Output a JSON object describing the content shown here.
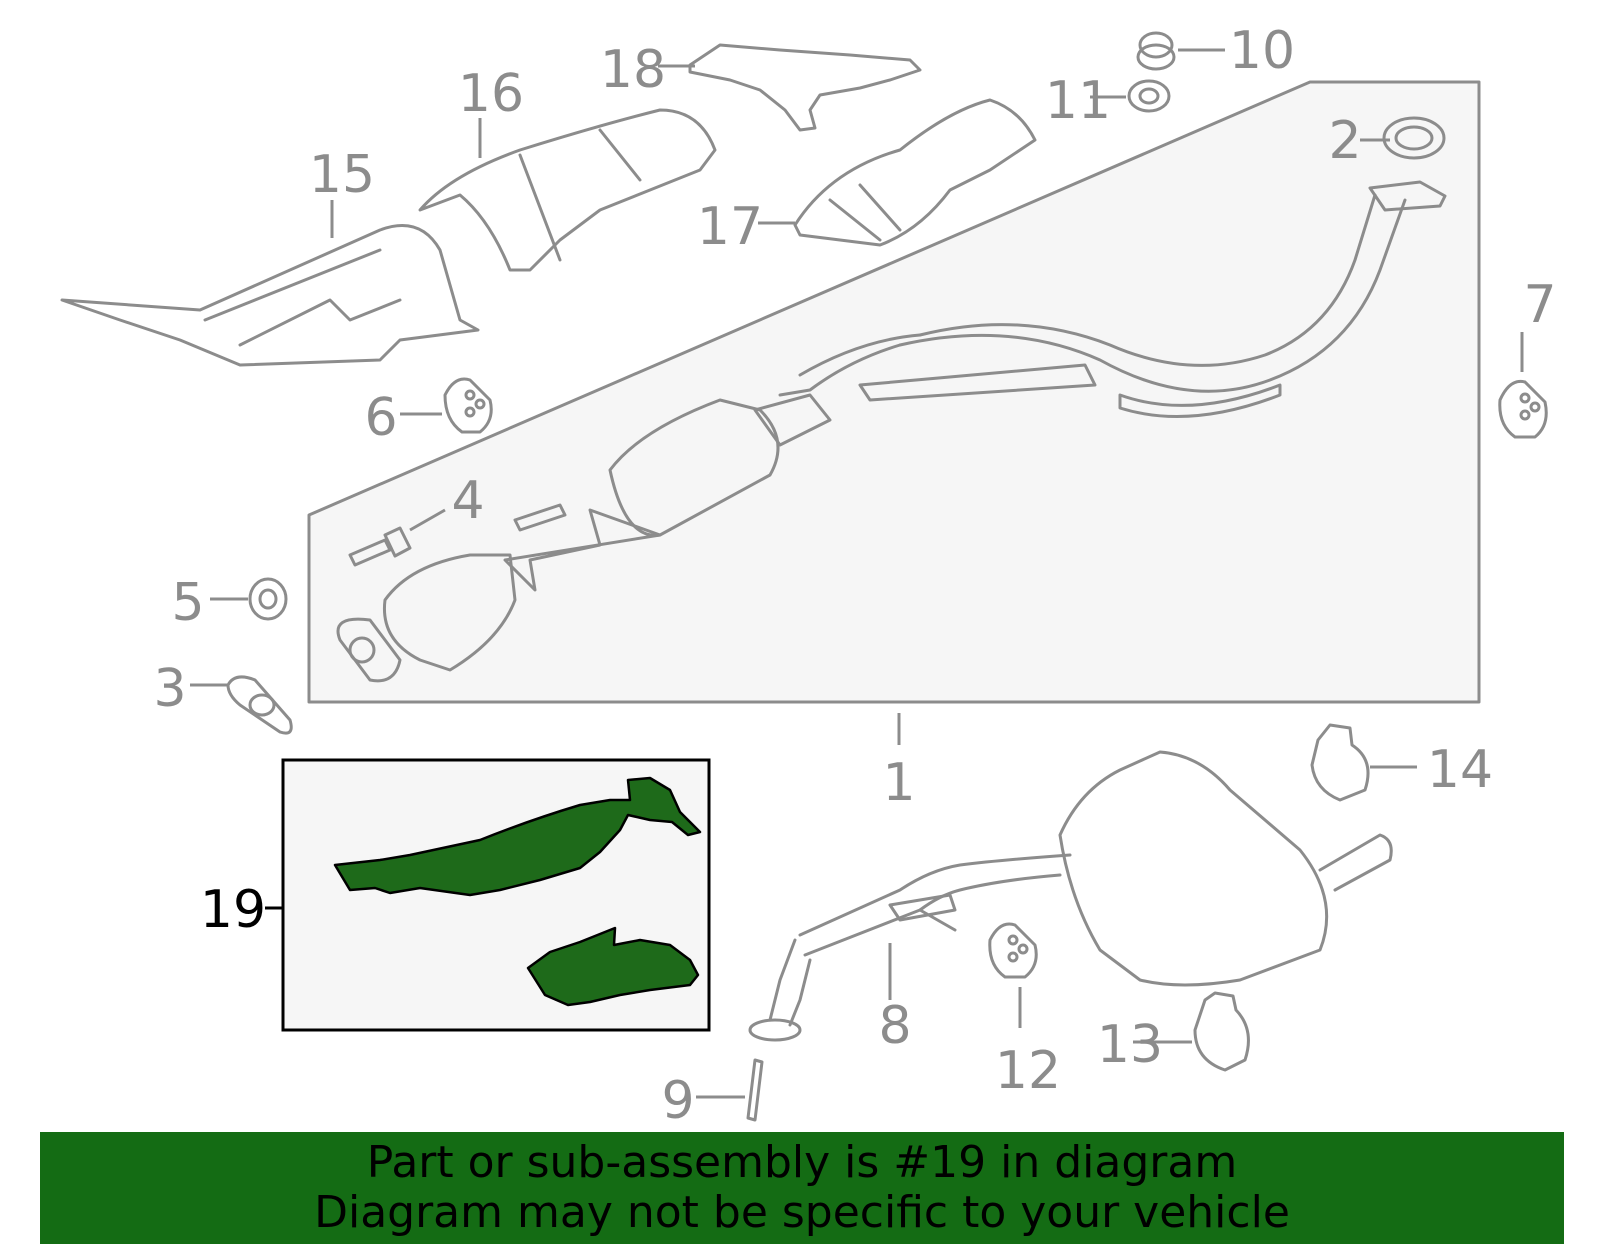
{
  "callouts": {
    "c1": "1",
    "c2": "2",
    "c3": "3",
    "c4": "4",
    "c5": "5",
    "c6": "6",
    "c7": "7",
    "c8": "8",
    "c9": "9",
    "c10": "10",
    "c11": "11",
    "c12": "12",
    "c13": "13",
    "c14": "14",
    "c15": "15",
    "c16": "16",
    "c17": "17",
    "c18": "18",
    "c19": "19"
  },
  "highlight": {
    "part_number": "19",
    "color": "#1e6a1a"
  },
  "banner": {
    "line1": "Part or sub-assembly is #19 in diagram",
    "line2": "Diagram may not be specific to your vehicle",
    "background": "#146c14"
  }
}
